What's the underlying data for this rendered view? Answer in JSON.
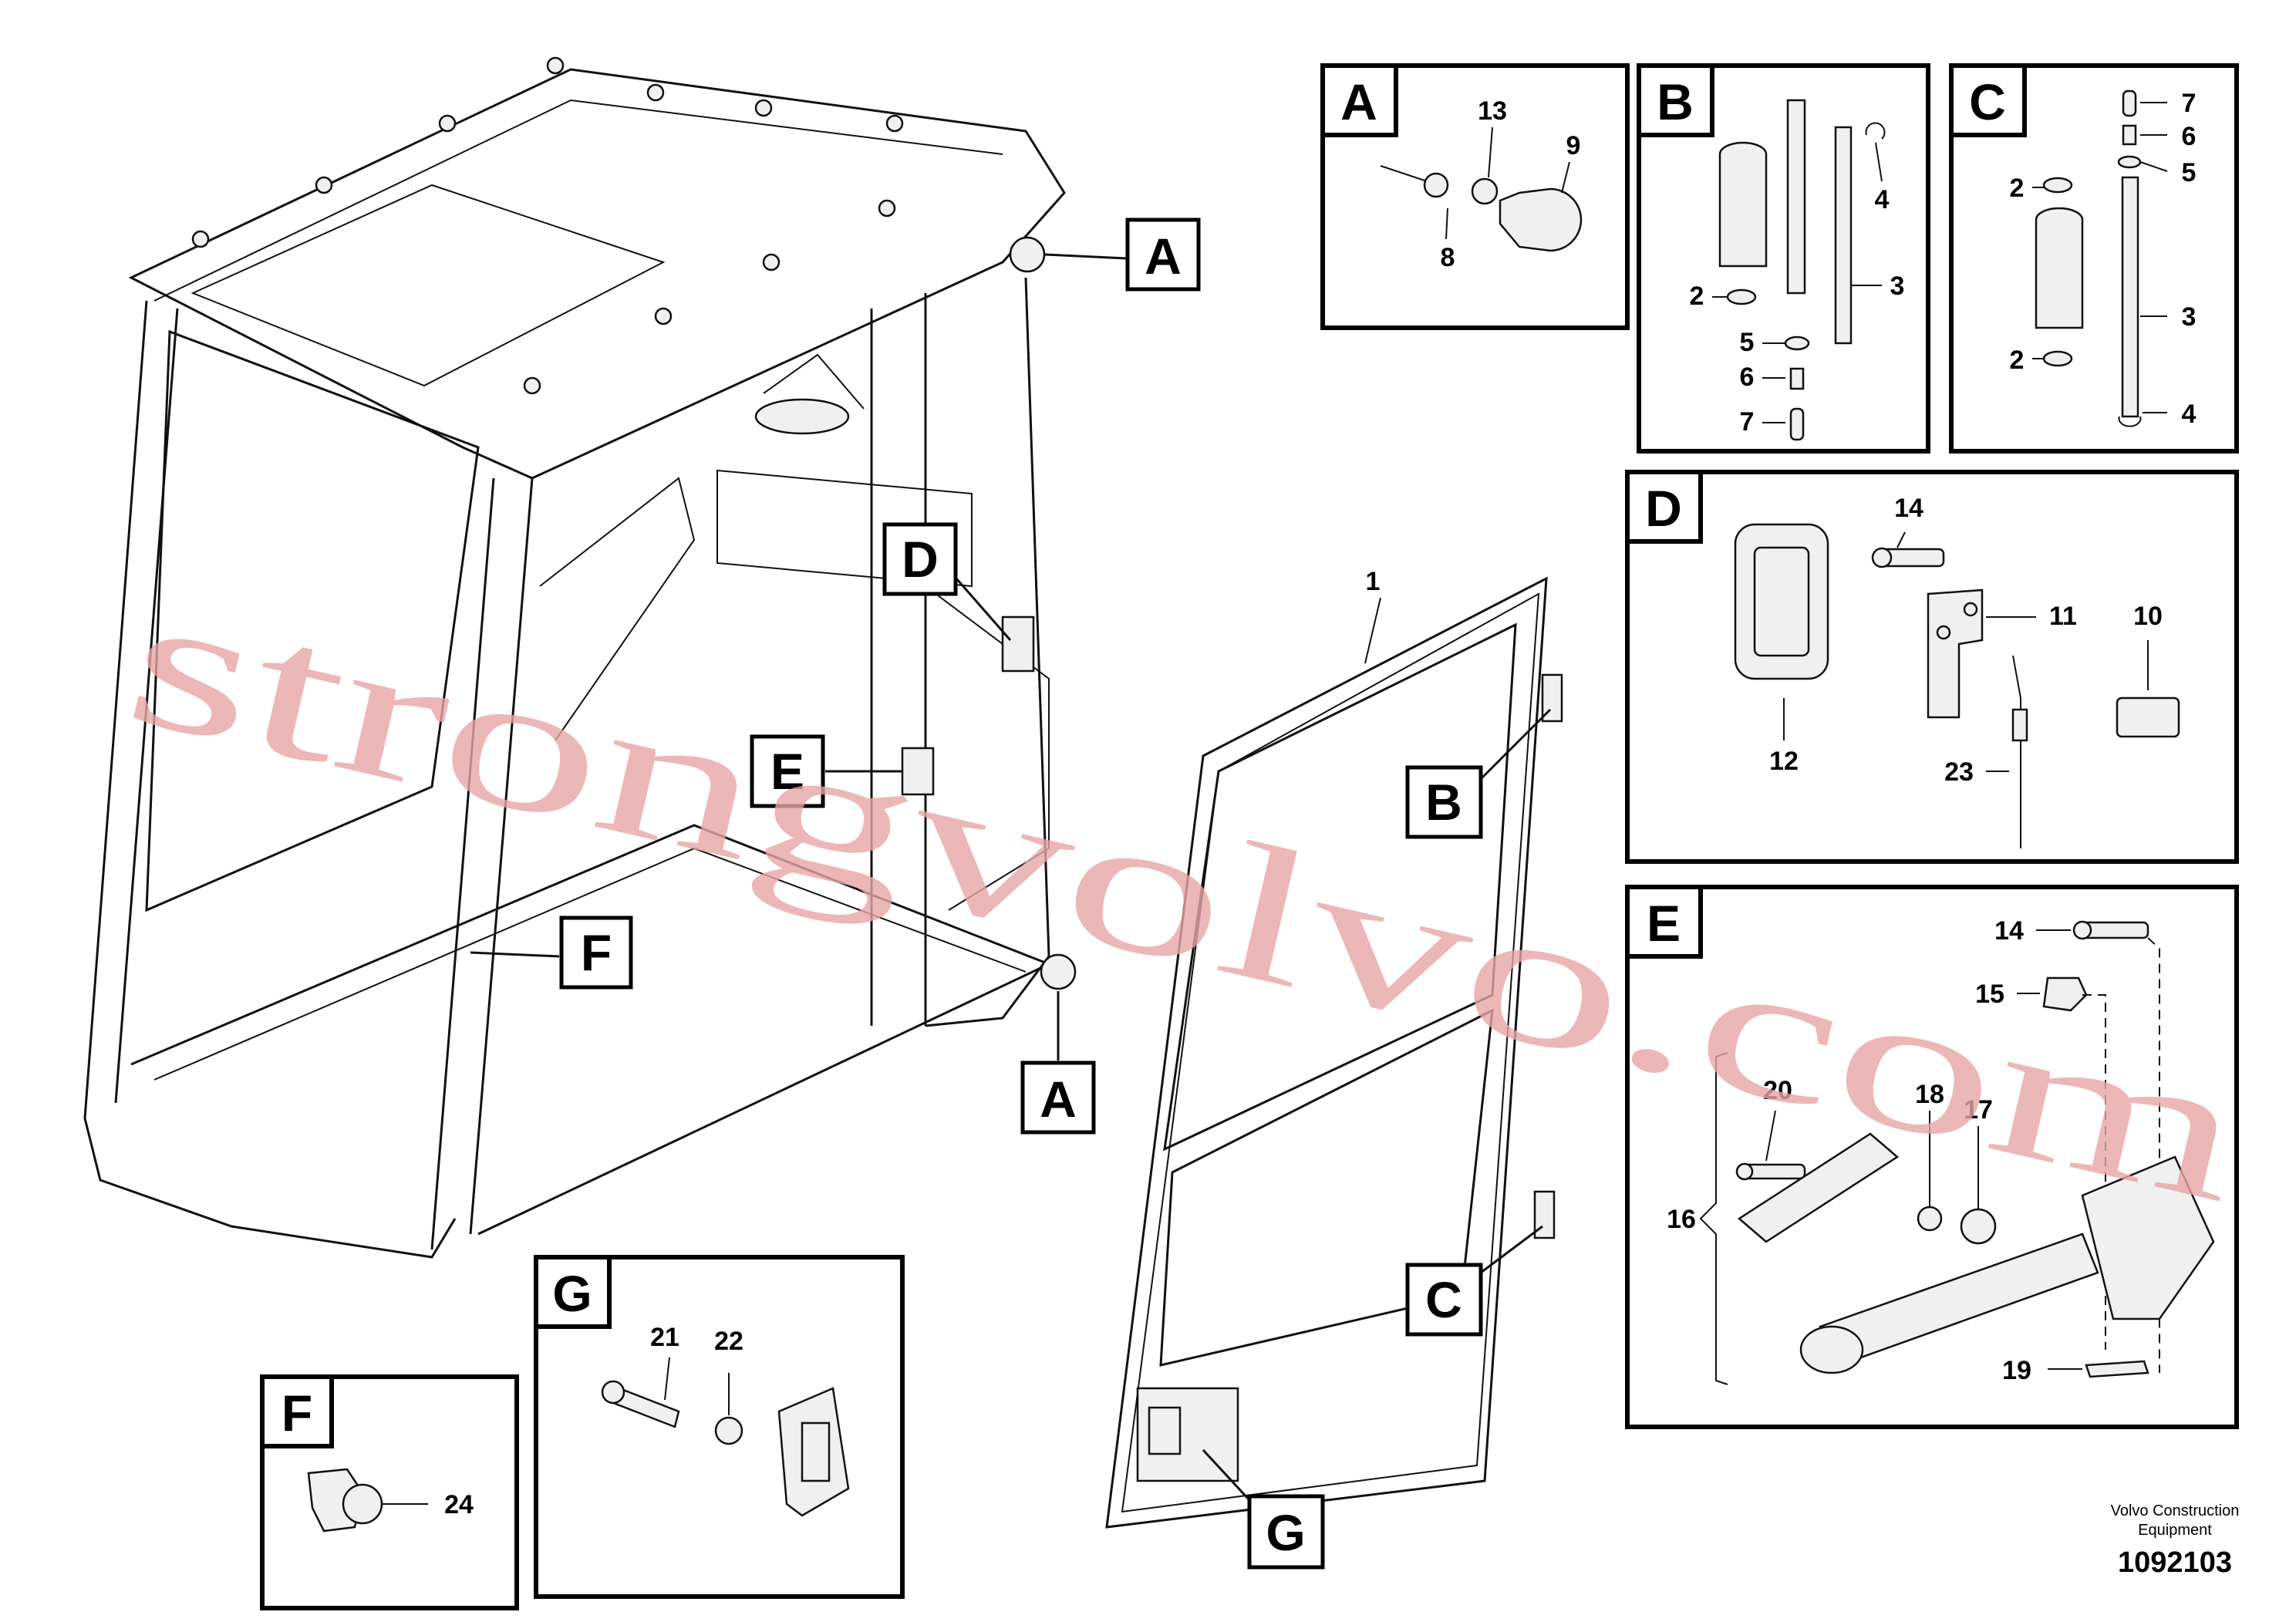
{
  "watermark": "strongvolvo.com",
  "footer": {
    "company_line1": "Volvo Construction",
    "company_line2": "Equipment",
    "drawing_number": "1092103"
  },
  "callouts": {
    "door": "1",
    "A_top": "A",
    "A_bottom": "A",
    "B": "B",
    "C": "C",
    "D": "D",
    "E": "E",
    "F": "F",
    "G": "G"
  },
  "panels": {
    "A": {
      "title": "A",
      "labels": [
        "13",
        "9",
        "8"
      ]
    },
    "B": {
      "title": "B",
      "labels": [
        "4",
        "2",
        "3",
        "5",
        "6",
        "7"
      ]
    },
    "C": {
      "title": "C",
      "labels": [
        "7",
        "6",
        "2",
        "5",
        "3",
        "2",
        "4"
      ]
    },
    "D": {
      "title": "D",
      "labels": [
        "14",
        "11",
        "10",
        "12",
        "23"
      ]
    },
    "E": {
      "title": "E",
      "labels": [
        "14",
        "15",
        "20",
        "18",
        "17",
        "16",
        "19"
      ]
    },
    "F": {
      "title": "F",
      "labels": [
        "24"
      ]
    },
    "G": {
      "title": "G",
      "labels": [
        "21",
        "22"
      ]
    }
  }
}
